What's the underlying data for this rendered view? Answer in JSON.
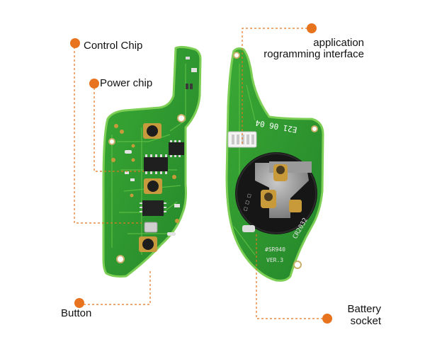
{
  "callouts": {
    "control_chip": "Control Chip",
    "power_chip": "Power chip",
    "button": "Button",
    "api_line1": "application",
    "api_line2": "rogramming interface",
    "battery_line1": "Battery",
    "battery_line2": "socket"
  },
  "board_print": {
    "date_code": "E21 06 04",
    "battery_model": "CR2032",
    "part_number": "#SR940",
    "version": "VER.3"
  },
  "colors": {
    "marker": "#e8731f",
    "leader_line": "#e8731f",
    "pcb_green": "#2f9a2d",
    "pcb_edge": "#6cc24a",
    "copper": "#c99a3a"
  }
}
